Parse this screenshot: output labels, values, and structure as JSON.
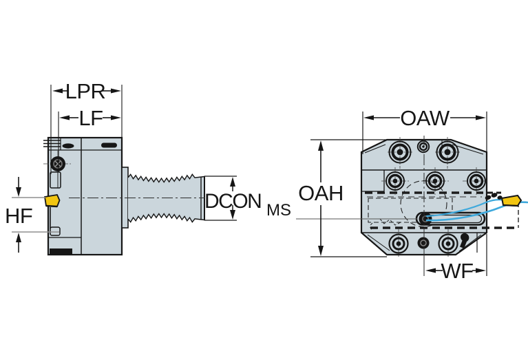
{
  "labels": {
    "lpr": "LPR",
    "lf": "LF",
    "hf": "HF",
    "dcon": "DCON",
    "dcon_subscript": "MS",
    "oah": "OAH",
    "oaw": "OAW",
    "wf": "WF"
  },
  "colors": {
    "body": "#cbd6dc",
    "outline": "#161616",
    "yellow": "#f2c511",
    "cyan": "#3fa9dc",
    "grey": "#8f8f8f",
    "bg": "#ffffff"
  }
}
